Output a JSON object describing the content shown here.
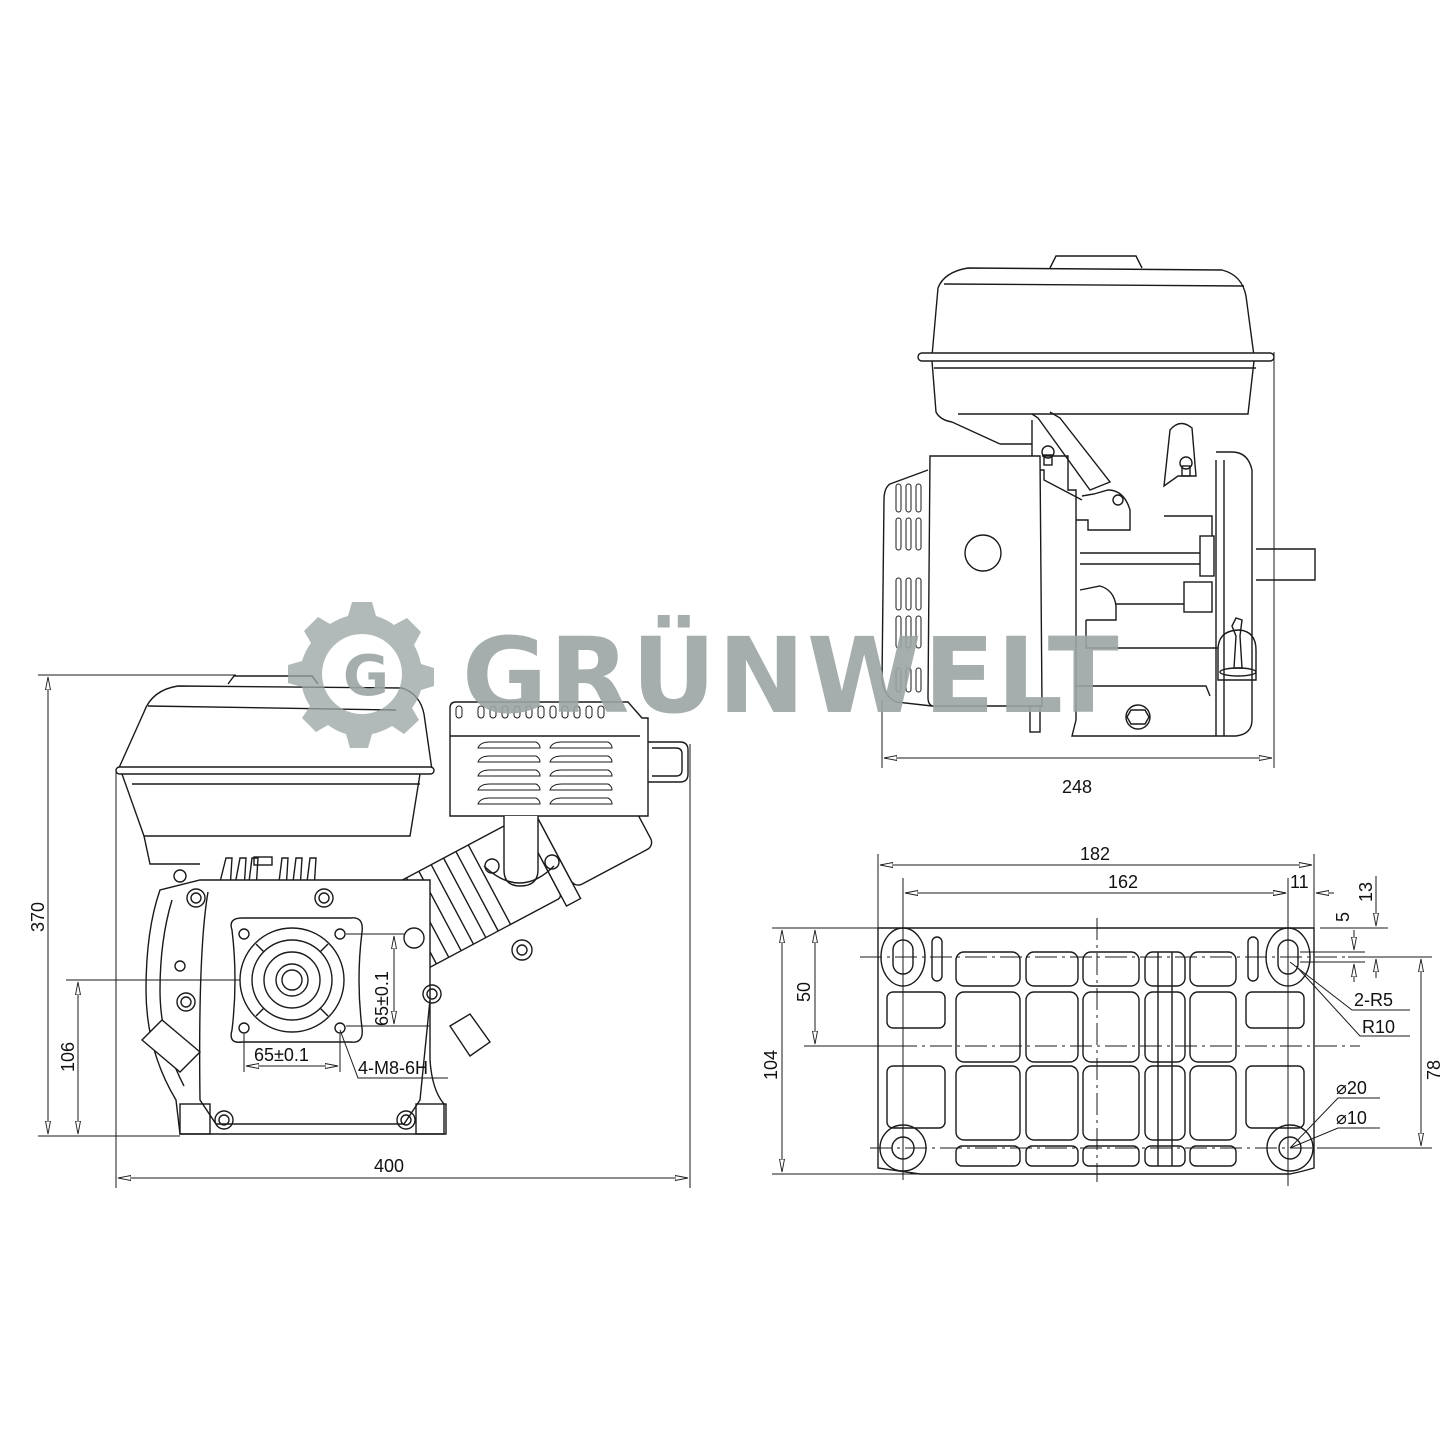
{
  "watermark": {
    "brand": "GRÜNWELT",
    "logo_letter": "G",
    "logo_icon": "gear-icon",
    "color": "#9ca5a5"
  },
  "views": {
    "side_view": {
      "label": "side-elevation",
      "dimensions": {
        "overall_height": "370",
        "shaft_height": "106",
        "overall_width": "400",
        "flange_hole_spacing_h": "65±0.1",
        "flange_hole_spacing_v": "65±0.1",
        "flange_thread": "4-M8-6H"
      }
    },
    "front_view": {
      "label": "front-elevation",
      "dimensions": {
        "overall_depth": "248"
      }
    },
    "base_view": {
      "label": "base-plan",
      "dimensions": {
        "outer_length": "182",
        "hole_spacing_length": "162",
        "slot_offset": "11",
        "slot_width": "5",
        "slot_length": "13",
        "slot_radius": "2-R5",
        "boss_radius": "R10",
        "boss_diameter": "⌀20",
        "hole_diameter": "⌀10",
        "overall_width": "104",
        "half_width": "50",
        "hole_spacing_width": "78"
      }
    }
  },
  "colors": {
    "line": "#1a1a1a",
    "background": "#ffffff",
    "watermark": "#9ca5a5"
  }
}
